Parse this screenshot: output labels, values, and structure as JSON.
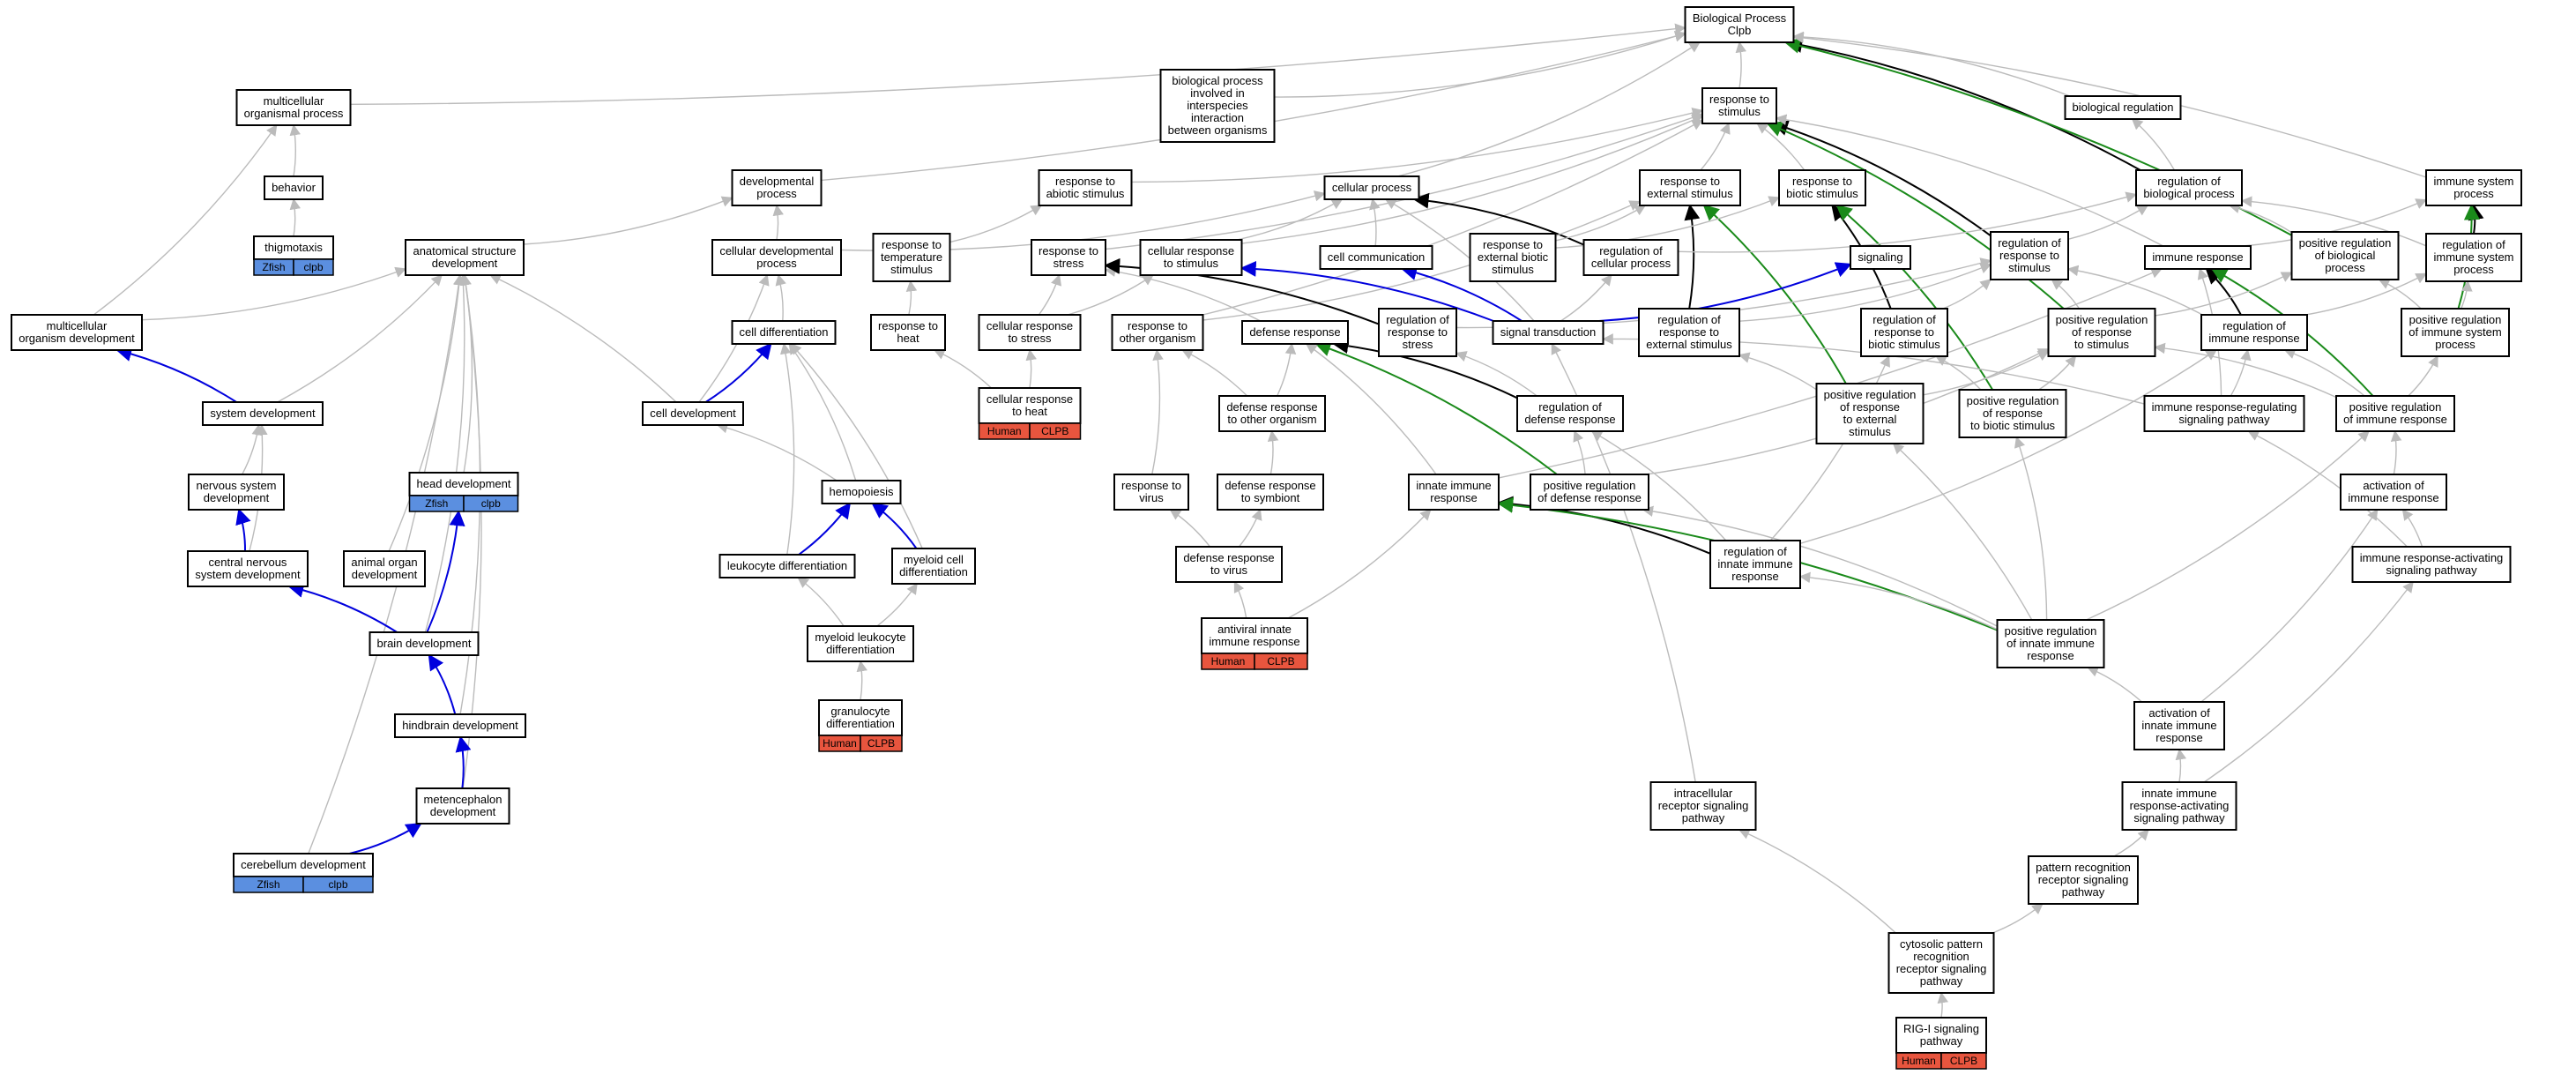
{
  "colors": {
    "gray_edge": "#bbbbbb",
    "black_edge": "#000000",
    "blue_edge": "#0000dd",
    "green_edge": "#1a8a1a",
    "zfish_tag": "#5b8fe0",
    "human_tag": "#e8553e"
  },
  "nodes": [
    {
      "id": "bp",
      "lines": [
        "Biological Process",
        "Clpb"
      ]
    },
    {
      "id": "mop",
      "lines": [
        "multicellular",
        "organismal process"
      ]
    },
    {
      "id": "bpii",
      "lines": [
        "biological process",
        "involved in",
        "interspecies",
        "interaction",
        "between organisms"
      ]
    },
    {
      "id": "rts",
      "lines": [
        "response to",
        "stimulus"
      ]
    },
    {
      "id": "breg",
      "lines": [
        "biological regulation"
      ]
    },
    {
      "id": "beh",
      "lines": [
        "behavior"
      ]
    },
    {
      "id": "dev",
      "lines": [
        "developmental",
        "process"
      ]
    },
    {
      "id": "ras",
      "lines": [
        "response to",
        "abiotic stimulus"
      ]
    },
    {
      "id": "cp",
      "lines": [
        "cellular process"
      ]
    },
    {
      "id": "res",
      "lines": [
        "response to",
        "external stimulus"
      ]
    },
    {
      "id": "rbs",
      "lines": [
        "response to",
        "biotic stimulus"
      ]
    },
    {
      "id": "rbp",
      "lines": [
        "regulation of",
        "biological process"
      ]
    },
    {
      "id": "isp",
      "lines": [
        "immune system",
        "process"
      ]
    },
    {
      "id": "thig",
      "lines": [
        "thigmotaxis"
      ],
      "tags": [
        {
          "label": "Zfish",
          "color": "#5b8fe0"
        },
        {
          "label": "clpb",
          "color": "#5b8fe0"
        }
      ]
    },
    {
      "id": "asd",
      "lines": [
        "anatomical structure",
        "development"
      ]
    },
    {
      "id": "cdp",
      "lines": [
        "cellular developmental",
        "process"
      ]
    },
    {
      "id": "rtts",
      "lines": [
        "response to",
        "temperature",
        "stimulus"
      ]
    },
    {
      "id": "rtstr",
      "lines": [
        "response to",
        "stress"
      ]
    },
    {
      "id": "crts",
      "lines": [
        "cellular response",
        "to stimulus"
      ]
    },
    {
      "id": "ccom",
      "lines": [
        "cell communication"
      ]
    },
    {
      "id": "rebs",
      "lines": [
        "response to",
        "external biotic",
        "stimulus"
      ]
    },
    {
      "id": "rcp",
      "lines": [
        "regulation of",
        "cellular process"
      ]
    },
    {
      "id": "sig",
      "lines": [
        "signaling"
      ]
    },
    {
      "id": "rrs",
      "lines": [
        "regulation of",
        "response to",
        "stimulus"
      ]
    },
    {
      "id": "ir",
      "lines": [
        "immune response"
      ]
    },
    {
      "id": "prbp",
      "lines": [
        "positive regulation",
        "of biological",
        "process"
      ]
    },
    {
      "id": "risp",
      "lines": [
        "regulation of",
        "immune system",
        "process"
      ]
    },
    {
      "id": "mod",
      "lines": [
        "multicellular",
        "organism development"
      ]
    },
    {
      "id": "cdiff",
      "lines": [
        "cell differentiation"
      ]
    },
    {
      "id": "rth",
      "lines": [
        "response to",
        "heat"
      ]
    },
    {
      "id": "crstr",
      "lines": [
        "cellular response",
        "to stress"
      ]
    },
    {
      "id": "rtoo",
      "lines": [
        "response to",
        "other organism"
      ]
    },
    {
      "id": "dr",
      "lines": [
        "defense response"
      ]
    },
    {
      "id": "rrstr",
      "lines": [
        "regulation of",
        "response to",
        "stress"
      ]
    },
    {
      "id": "st",
      "lines": [
        "signal transduction"
      ]
    },
    {
      "id": "rres",
      "lines": [
        "regulation of",
        "response to",
        "external stimulus"
      ]
    },
    {
      "id": "rrbs",
      "lines": [
        "regulation of",
        "response to",
        "biotic stimulus"
      ]
    },
    {
      "id": "prrs",
      "lines": [
        "positive regulation",
        "of response",
        "to stimulus"
      ]
    },
    {
      "id": "rir",
      "lines": [
        "regulation of",
        "immune response"
      ]
    },
    {
      "id": "prisp",
      "lines": [
        "positive regulation",
        "of immune system",
        "process"
      ]
    },
    {
      "id": "sysd",
      "lines": [
        "system development"
      ]
    },
    {
      "id": "celld",
      "lines": [
        "cell development"
      ]
    },
    {
      "id": "crh",
      "lines": [
        "cellular response",
        "to heat"
      ],
      "tags": [
        {
          "label": "Human",
          "color": "#e8553e"
        },
        {
          "label": "CLPB",
          "color": "#e8553e"
        }
      ]
    },
    {
      "id": "drtoo",
      "lines": [
        "defense response",
        "to other organism"
      ]
    },
    {
      "id": "rdr",
      "lines": [
        "regulation of",
        "defense response"
      ]
    },
    {
      "id": "prres",
      "lines": [
        "positive regulation",
        "of response",
        "to external",
        "stimulus"
      ]
    },
    {
      "id": "prrbs",
      "lines": [
        "positive regulation",
        "of response",
        "to biotic stimulus"
      ]
    },
    {
      "id": "irrsp",
      "lines": [
        "immune response-regulating",
        "signaling pathway"
      ]
    },
    {
      "id": "prir",
      "lines": [
        "positive regulation",
        "of immune response"
      ]
    },
    {
      "id": "headd",
      "lines": [
        "head development"
      ],
      "tags": [
        {
          "label": "Zfish",
          "color": "#5b8fe0"
        },
        {
          "label": "clpb",
          "color": "#5b8fe0"
        }
      ]
    },
    {
      "id": "nsd",
      "lines": [
        "nervous system",
        "development"
      ]
    },
    {
      "id": "hemo",
      "lines": [
        "hemopoiesis"
      ]
    },
    {
      "id": "rtv",
      "lines": [
        "response to",
        "virus"
      ]
    },
    {
      "id": "drts",
      "lines": [
        "defense response",
        "to symbiont"
      ]
    },
    {
      "id": "iir",
      "lines": [
        "innate immune",
        "response"
      ]
    },
    {
      "id": "prdr",
      "lines": [
        "positive regulation",
        "of defense response"
      ]
    },
    {
      "id": "aoir",
      "lines": [
        "activation of",
        "immune response"
      ]
    },
    {
      "id": "cnsd",
      "lines": [
        "central nervous",
        "system development"
      ]
    },
    {
      "id": "aod",
      "lines": [
        "animal organ",
        "development"
      ]
    },
    {
      "id": "leud",
      "lines": [
        "leukocyte differentiation"
      ]
    },
    {
      "id": "mcd",
      "lines": [
        "myeloid cell",
        "differentiation"
      ]
    },
    {
      "id": "drtv",
      "lines": [
        "defense response",
        "to virus"
      ]
    },
    {
      "id": "riir",
      "lines": [
        "regulation of",
        "innate immune",
        "response"
      ]
    },
    {
      "id": "iraspw",
      "lines": [
        "immune response-activating",
        "signaling pathway"
      ]
    },
    {
      "id": "brd",
      "lines": [
        "brain development"
      ]
    },
    {
      "id": "mld",
      "lines": [
        "myeloid leukocyte",
        "differentiation"
      ]
    },
    {
      "id": "aiir",
      "lines": [
        "antiviral innate",
        "immune response"
      ],
      "tags": [
        {
          "label": "Human",
          "color": "#e8553e"
        },
        {
          "label": "CLPB",
          "color": "#e8553e"
        }
      ]
    },
    {
      "id": "priir",
      "lines": [
        "positive regulation",
        "of innate immune",
        "response"
      ]
    },
    {
      "id": "aoiir",
      "lines": [
        "activation of",
        "innate immune",
        "response"
      ]
    },
    {
      "id": "gd",
      "lines": [
        "granulocyte",
        "differentiation"
      ],
      "tags": [
        {
          "label": "Human",
          "color": "#e8553e"
        },
        {
          "label": "CLPB",
          "color": "#e8553e"
        }
      ]
    },
    {
      "id": "hbd",
      "lines": [
        "hindbrain development"
      ]
    },
    {
      "id": "iraspw2",
      "lines": [
        "innate immune",
        "response-activating",
        "signaling pathway"
      ]
    },
    {
      "id": "irsp",
      "lines": [
        "intracellular",
        "receptor signaling",
        "pathway"
      ]
    },
    {
      "id": "metd",
      "lines": [
        "metencephalon",
        "development"
      ]
    },
    {
      "id": "prrsp",
      "lines": [
        "pattern recognition",
        "receptor signaling",
        "pathway"
      ]
    },
    {
      "id": "cbd",
      "lines": [
        "cerebellum development"
      ],
      "tags": [
        {
          "label": "Zfish",
          "color": "#5b8fe0"
        },
        {
          "label": "clpb",
          "color": "#5b8fe0"
        }
      ]
    },
    {
      "id": "cprrsp",
      "lines": [
        "cytosolic pattern",
        "recognition",
        "receptor signaling",
        "pathway"
      ]
    },
    {
      "id": "rigi",
      "lines": [
        "RIG-I signaling",
        "pathway"
      ],
      "tags": [
        {
          "label": "Human",
          "color": "#e8553e"
        },
        {
          "label": "CLPB",
          "color": "#e8553e"
        }
      ]
    }
  ],
  "edges": [
    [
      "mop",
      "bp",
      "g"
    ],
    [
      "bpii",
      "bp",
      "g"
    ],
    [
      "rts",
      "bp",
      "g"
    ],
    [
      "breg",
      "bp",
      "g"
    ],
    [
      "rbp",
      "bp",
      "k"
    ],
    [
      "prbp",
      "bp",
      "gr"
    ],
    [
      "isp",
      "bp",
      "g"
    ],
    [
      "dev",
      "bp",
      "g"
    ],
    [
      "cp",
      "bp",
      "g"
    ],
    [
      "beh",
      "mop",
      "g"
    ],
    [
      "mod",
      "mop",
      "g"
    ],
    [
      "thig",
      "beh",
      "g"
    ],
    [
      "ras",
      "rts",
      "g"
    ],
    [
      "res",
      "rts",
      "g"
    ],
    [
      "rbs",
      "rts",
      "g"
    ],
    [
      "crts",
      "rts",
      "g"
    ],
    [
      "rtoo",
      "rts",
      "g"
    ],
    [
      "rrs",
      "rts",
      "k"
    ],
    [
      "prrs",
      "rts",
      "gr"
    ],
    [
      "rtstr",
      "rts",
      "g"
    ],
    [
      "ir",
      "rts",
      "g"
    ],
    [
      "rbp",
      "breg",
      "g"
    ],
    [
      "asd",
      "dev",
      "g"
    ],
    [
      "cdp",
      "dev",
      "g"
    ],
    [
      "rth",
      "rtts",
      "g"
    ],
    [
      "rtts",
      "ras",
      "g"
    ],
    [
      "crts",
      "cp",
      "g"
    ],
    [
      "ccom",
      "cp",
      "g"
    ],
    [
      "rcp",
      "cp",
      "k"
    ],
    [
      "cdp",
      "cp",
      "g"
    ],
    [
      "st",
      "cp",
      "g"
    ],
    [
      "rebs",
      "res",
      "g"
    ],
    [
      "rres",
      "res",
      "k"
    ],
    [
      "prres",
      "res",
      "gr"
    ],
    [
      "rtoo",
      "res",
      "g"
    ],
    [
      "rebs",
      "rbs",
      "g"
    ],
    [
      "rrbs",
      "rbs",
      "k"
    ],
    [
      "prrbs",
      "rbs",
      "gr"
    ],
    [
      "rcp",
      "rbp",
      "g"
    ],
    [
      "rrs",
      "rbp",
      "g"
    ],
    [
      "prbp",
      "rbp",
      "g"
    ],
    [
      "risp",
      "rbp",
      "g"
    ],
    [
      "ir",
      "isp",
      "g"
    ],
    [
      "risp",
      "isp",
      "k"
    ],
    [
      "prisp",
      "isp",
      "gr"
    ],
    [
      "mod",
      "asd",
      "g"
    ],
    [
      "sysd",
      "asd",
      "g"
    ],
    [
      "aod",
      "asd",
      "g"
    ],
    [
      "headd",
      "asd",
      "g"
    ],
    [
      "brd",
      "asd",
      "g"
    ],
    [
      "hbd",
      "asd",
      "g"
    ],
    [
      "metd",
      "asd",
      "g"
    ],
    [
      "cbd",
      "asd",
      "g"
    ],
    [
      "celld",
      "asd",
      "g"
    ],
    [
      "cdiff",
      "cdp",
      "g"
    ],
    [
      "celld",
      "cdp",
      "g"
    ],
    [
      "crstr",
      "rtstr",
      "g"
    ],
    [
      "dr",
      "rtstr",
      "g"
    ],
    [
      "rrstr",
      "rtstr",
      "k"
    ],
    [
      "crstr",
      "crts",
      "g"
    ],
    [
      "st",
      "crts",
      "b"
    ],
    [
      "st",
      "ccom",
      "b"
    ],
    [
      "st",
      "sig",
      "b"
    ],
    [
      "st",
      "rcp",
      "g"
    ],
    [
      "rrstr",
      "rrs",
      "g"
    ],
    [
      "rres",
      "rrs",
      "g"
    ],
    [
      "rrbs",
      "rrs",
      "g"
    ],
    [
      "prrs",
      "rrs",
      "g"
    ],
    [
      "rir",
      "rrs",
      "g"
    ],
    [
      "rir",
      "ir",
      "k"
    ],
    [
      "iir",
      "ir",
      "g"
    ],
    [
      "prir",
      "ir",
      "gr"
    ],
    [
      "irrsp",
      "ir",
      "g"
    ],
    [
      "prisp",
      "prbp",
      "g"
    ],
    [
      "prrs",
      "prbp",
      "g"
    ],
    [
      "rir",
      "risp",
      "g"
    ],
    [
      "prisp",
      "risp",
      "g"
    ],
    [
      "sysd",
      "mod",
      "b"
    ],
    [
      "celld",
      "cdiff",
      "b"
    ],
    [
      "hemo",
      "cdiff",
      "g"
    ],
    [
      "leud",
      "cdiff",
      "g"
    ],
    [
      "mcd",
      "cdiff",
      "g"
    ],
    [
      "crh",
      "rth",
      "g"
    ],
    [
      "crh",
      "crstr",
      "g"
    ],
    [
      "drtoo",
      "rtoo",
      "g"
    ],
    [
      "rtv",
      "rtoo",
      "g"
    ],
    [
      "drtoo",
      "dr",
      "g"
    ],
    [
      "rdr",
      "dr",
      "k"
    ],
    [
      "prdr",
      "dr",
      "gr"
    ],
    [
      "iir",
      "dr",
      "g"
    ],
    [
      "rdr",
      "rrstr",
      "g"
    ],
    [
      "irsp",
      "st",
      "g"
    ],
    [
      "irrsp",
      "st",
      "g"
    ],
    [
      "riir",
      "rdr",
      "g"
    ],
    [
      "prdr",
      "rdr",
      "g"
    ],
    [
      "prres",
      "rres",
      "g"
    ],
    [
      "prrbs",
      "rrbs",
      "g"
    ],
    [
      "riir",
      "rrbs",
      "g"
    ],
    [
      "prir",
      "prrs",
      "g"
    ],
    [
      "prres",
      "prrs",
      "g"
    ],
    [
      "prrbs",
      "prrs",
      "g"
    ],
    [
      "prdr",
      "prrs",
      "g"
    ],
    [
      "prir",
      "rir",
      "g"
    ],
    [
      "riir",
      "rir",
      "g"
    ],
    [
      "irrsp",
      "rir",
      "g"
    ],
    [
      "prir",
      "prisp",
      "g"
    ],
    [
      "aoir",
      "prir",
      "g"
    ],
    [
      "nsd",
      "sysd",
      "g"
    ],
    [
      "cnsd",
      "sysd",
      "g"
    ],
    [
      "hemo",
      "celld",
      "g"
    ],
    [
      "cnsd",
      "nsd",
      "b"
    ],
    [
      "brd",
      "cnsd",
      "b"
    ],
    [
      "brd",
      "headd",
      "b"
    ],
    [
      "hbd",
      "brd",
      "b"
    ],
    [
      "metd",
      "hbd",
      "b"
    ],
    [
      "cbd",
      "metd",
      "b"
    ],
    [
      "leud",
      "hemo",
      "b"
    ],
    [
      "mcd",
      "hemo",
      "b"
    ],
    [
      "drtv",
      "rtv",
      "g"
    ],
    [
      "drtv",
      "drts",
      "g"
    ],
    [
      "drts",
      "drtoo",
      "g"
    ],
    [
      "aiir",
      "drtv",
      "g"
    ],
    [
      "aiir",
      "iir",
      "g"
    ],
    [
      "riir",
      "iir",
      "k"
    ],
    [
      "priir",
      "iir",
      "gr"
    ],
    [
      "priir",
      "riir",
      "g"
    ],
    [
      "priir",
      "prdr",
      "g"
    ],
    [
      "priir",
      "prir",
      "g"
    ],
    [
      "priir",
      "prres",
      "g"
    ],
    [
      "priir",
      "prrbs",
      "g"
    ],
    [
      "mld",
      "leud",
      "g"
    ],
    [
      "mld",
      "mcd",
      "g"
    ],
    [
      "gd",
      "mld",
      "g"
    ],
    [
      "iraspw",
      "aoir",
      "g"
    ],
    [
      "iraspw",
      "irrsp",
      "g"
    ],
    [
      "aoiir",
      "priir",
      "g"
    ],
    [
      "aoiir",
      "aoir",
      "g"
    ],
    [
      "iraspw2",
      "aoiir",
      "g"
    ],
    [
      "iraspw2",
      "iraspw",
      "g"
    ],
    [
      "prrsp",
      "iraspw2",
      "g"
    ],
    [
      "cprrsp",
      "prrsp",
      "g"
    ],
    [
      "cprrsp",
      "irsp",
      "g"
    ],
    [
      "rigi",
      "cprrsp",
      "g"
    ]
  ]
}
